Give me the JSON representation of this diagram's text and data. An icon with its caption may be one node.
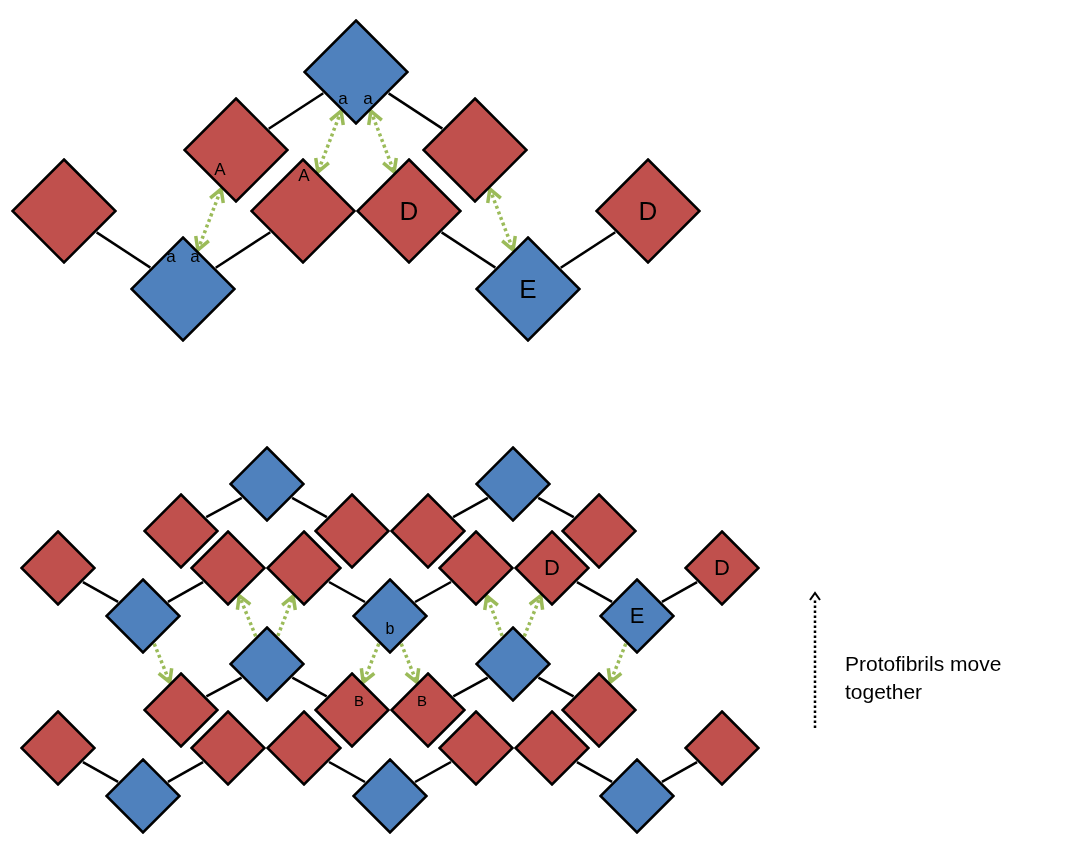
{
  "diagram": {
    "nodes": [
      {
        "text": [
          "a",
          "a"
        ]
      },
      {
        "text": [
          "A"
        ]
      },
      {
        "text": [],
        "shape": "diamond"
      },
      {
        "text": [],
        "shape": "diamond"
      },
      {
        "text": [
          "A"
        ]
      },
      {
        "text": [
          "D"
        ]
      },
      {
        "text": [
          "D"
        ]
      },
      {
        "text": [
          "a",
          "a"
        ]
      },
      {
        "text": [
          "E"
        ]
      },
      {
        "text": [],
        "shape": "diamond"
      },
      {
        "text": [],
        "shape": "diamond"
      },
      {
        "text": [],
        "shape": "diamond"
      },
      {
        "text": [],
        "shape": "diamond"
      },
      {
        "text": [],
        "shape": "diamond"
      },
      {
        "text": [],
        "shape": "diamond"
      },
      {
        "text": [],
        "shape": "diamond"
      },
      {
        "text": [],
        "shape": "diamond"
      },
      {
        "text": [],
        "shape": "diamond"
      },
      {
        "text": [],
        "shape": "diamond"
      },
      {
        "text": [
          "D"
        ]
      },
      {
        "text": [
          "D"
        ]
      },
      {
        "text": [],
        "shape": "diamond"
      },
      {
        "text": [
          "b"
        ]
      },
      {
        "text": [
          "E"
        ]
      },
      {
        "text": [],
        "shape": "diamond"
      },
      {
        "text": [],
        "shape": "diamond"
      },
      {
        "text": [],
        "shape": "diamond"
      },
      {
        "text": [
          "B"
        ]
      },
      {
        "text": [
          "B"
        ]
      },
      {
        "text": [],
        "shape": "diamond"
      },
      {
        "text": [],
        "shape": "diamond"
      },
      {
        "text": [],
        "shape": "diamond"
      },
      {
        "text": [],
        "shape": "diamond"
      },
      {
        "text": [],
        "shape": "diamond"
      },
      {
        "text": [],
        "shape": "diamond"
      },
      {
        "text": [],
        "shape": "diamond"
      },
      {
        "text": [],
        "shape": "diamond"
      },
      {
        "text": [],
        "shape": "diamond"
      },
      {
        "text": [],
        "shape": "diamond"
      }
    ],
    "edges": [
      {
        "from": 3,
        "to": 7,
        "arrow": "none"
      },
      {
        "from": 7,
        "to": 4,
        "arrow": "none"
      },
      {
        "from": 1,
        "to": 0,
        "arrow": "none"
      },
      {
        "from": 0,
        "to": 2,
        "arrow": "none"
      },
      {
        "from": 5,
        "to": 8,
        "arrow": "none"
      },
      {
        "from": 8,
        "to": 6,
        "arrow": "none"
      },
      {
        "from": 7,
        "to": 1,
        "arrow": "both",
        "style": "dashed",
        "color": "#9bbb59"
      },
      {
        "from": 0,
        "to": 4,
        "arrow": "both",
        "style": "dashed",
        "color": "#9bbb59"
      },
      {
        "from": 0,
        "to": 5,
        "arrow": "both",
        "style": "dashed",
        "color": "#9bbb59"
      },
      {
        "from": 2,
        "to": 8,
        "arrow": "both",
        "style": "dashed",
        "color": "#9bbb59"
      },
      {
        "from": 11,
        "to": 9,
        "arrow": "none"
      },
      {
        "from": 9,
        "to": 12,
        "arrow": "none"
      },
      {
        "from": 13,
        "to": 10,
        "arrow": "none"
      },
      {
        "from": 10,
        "to": 14,
        "arrow": "none"
      },
      {
        "from": 15,
        "to": 21,
        "arrow": "none"
      },
      {
        "from": 21,
        "to": 16,
        "arrow": "none"
      },
      {
        "from": 17,
        "to": 22,
        "arrow": "none"
      },
      {
        "from": 22,
        "to": 18,
        "arrow": "none"
      },
      {
        "from": 19,
        "to": 23,
        "arrow": "none"
      },
      {
        "from": 23,
        "to": 20,
        "arrow": "none"
      },
      {
        "from": 26,
        "to": 24,
        "arrow": "none"
      },
      {
        "from": 24,
        "to": 27,
        "arrow": "none"
      },
      {
        "from": 28,
        "to": 25,
        "arrow": "none"
      },
      {
        "from": 25,
        "to": 29,
        "arrow": "none"
      },
      {
        "from": 30,
        "to": 36,
        "arrow": "none"
      },
      {
        "from": 36,
        "to": 31,
        "arrow": "none"
      },
      {
        "from": 32,
        "to": 37,
        "arrow": "none"
      },
      {
        "from": 37,
        "to": 33,
        "arrow": "none"
      },
      {
        "from": 34,
        "to": 38,
        "arrow": "none"
      },
      {
        "from": 38,
        "to": 35,
        "arrow": "none"
      },
      {
        "from": 21,
        "to": 26,
        "arrow": "to",
        "style": "dashed",
        "color": "#9bbb59"
      },
      {
        "from": 24,
        "to": 16,
        "arrow": "to",
        "style": "dashed",
        "color": "#9bbb59"
      },
      {
        "from": 24,
        "to": 17,
        "arrow": "to",
        "style": "dashed",
        "color": "#9bbb59"
      },
      {
        "from": 22,
        "to": 27,
        "arrow": "to",
        "style": "dashed",
        "color": "#9bbb59"
      },
      {
        "from": 22,
        "to": 28,
        "arrow": "to",
        "style": "dashed",
        "color": "#9bbb59"
      },
      {
        "from": 25,
        "to": 18,
        "arrow": "to",
        "style": "dashed",
        "color": "#9bbb59"
      },
      {
        "from": 25,
        "to": 19,
        "arrow": "to",
        "style": "dashed",
        "color": "#9bbb59"
      },
      {
        "from": 23,
        "to": 29,
        "arrow": "to",
        "style": "dashed",
        "color": "#9bbb59"
      }
    ],
    "labels": [
      "Protofibrils move together"
    ]
  }
}
